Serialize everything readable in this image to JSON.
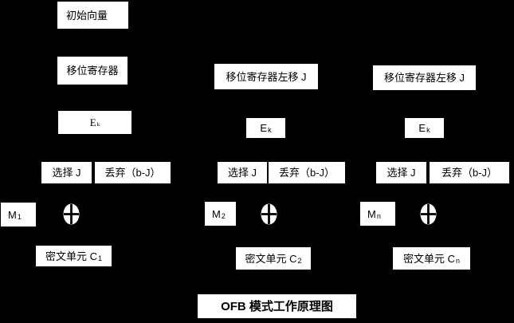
{
  "colors": {
    "background": "#000000",
    "box_fill": "#ffffff",
    "box_text": "#000000"
  },
  "title": "OFB 模式工作原理图",
  "icons": {
    "xor": "xor-circle"
  },
  "columns": {
    "col1": {
      "iv": "初始向量",
      "shift": "移位寄存器",
      "e_base": "E",
      "e_sub": "k",
      "select": "选择 J",
      "discard": "丢弃（b-J）",
      "m_base": "M",
      "m_sub": "1",
      "cipher_base": "密文单元 C",
      "cipher_sub": "1"
    },
    "col2": {
      "shift": "移位寄存器左移 J",
      "e_base": "E",
      "e_sub": "k",
      "select": "选择 J",
      "discard": "丢弃（b-J）",
      "m_base": "M",
      "m_sub": "2",
      "cipher_base": "密文单元 C",
      "cipher_sub": "2"
    },
    "col3": {
      "shift": "移位寄存器左移 J",
      "e_base": "E",
      "e_sub": "k",
      "select": "选择 J",
      "discard": "丢弃（b-J）",
      "m_base": "M",
      "m_sub": "n",
      "cipher_base": "密文单元 C",
      "cipher_sub": "n"
    }
  }
}
